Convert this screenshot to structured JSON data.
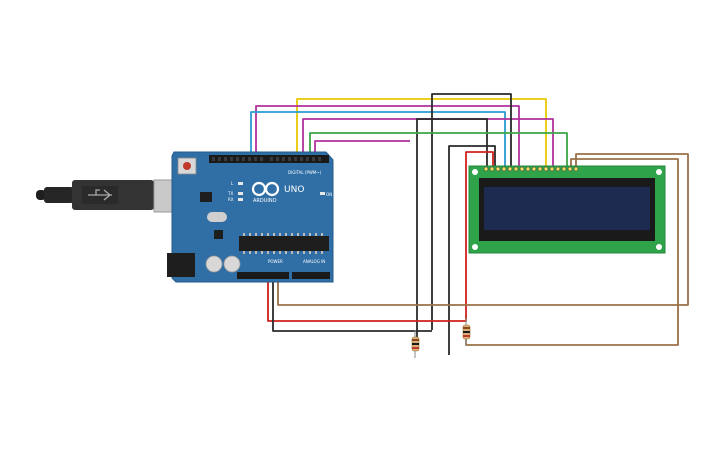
{
  "circuit": {
    "board": {
      "brand": "ARDUINO",
      "model": "UNO",
      "digital_label": "DIGITAL (PWM~)",
      "power_label": "POWER",
      "analog_label": "ANALOG IN",
      "tx_label": "TX",
      "rx_label": "RX",
      "l_label": "L",
      "on_label": "ON"
    },
    "colors": {
      "board": "#2f6fa6",
      "lcd_pcb": "#2ea34a",
      "lcd_screen": "#1c2b4f",
      "wire_yellow": "#e8c800",
      "wire_magenta": "#b0309e",
      "wire_cyan": "#2a9bd0",
      "wire_green": "#3aa548",
      "wire_red": "#d0201c",
      "wire_black": "#2a2a2a",
      "wire_brown": "#9a7048"
    },
    "components": {
      "usb_cable": "usb-cable",
      "lcd": "lcd-16x2",
      "resistors": 2
    }
  }
}
